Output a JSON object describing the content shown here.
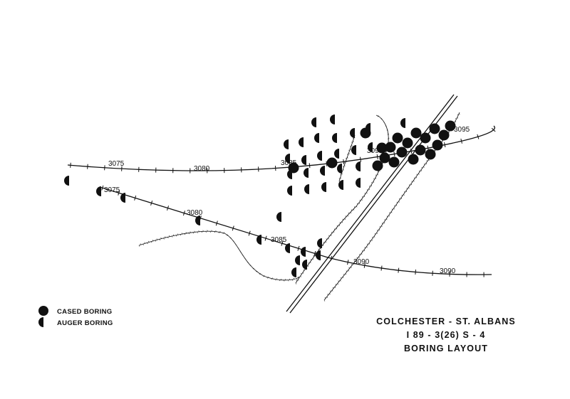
{
  "title": {
    "line1": "COLCHESTER - ST. ALBANS",
    "line2": "I 89 - 3(26) S - 4",
    "line3": "BORING LAYOUT"
  },
  "legend": {
    "cased": "CASED BORING",
    "auger": "AUGER BORING"
  },
  "upper_line_stations": [
    "3075",
    "3080",
    "3085",
    "3090",
    "3095"
  ],
  "lower_line_stations": [
    "3075",
    "3080",
    "3085",
    "3090",
    "3090"
  ],
  "colors": {
    "ink": "#111111",
    "paper": "#ffffff"
  }
}
